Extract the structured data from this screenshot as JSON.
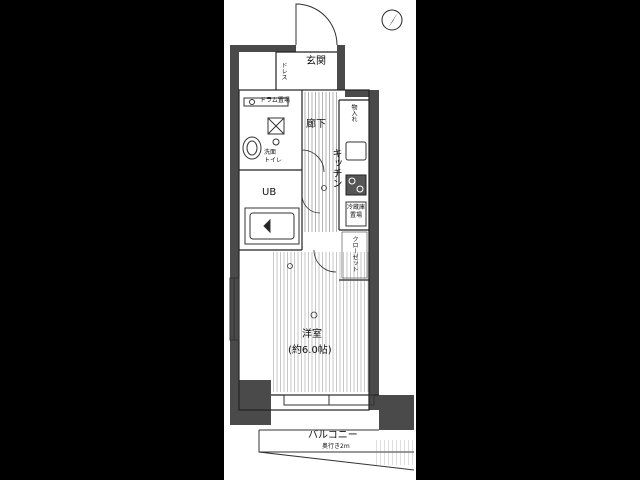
{
  "rooms": {
    "genkan": "玄関",
    "corridor": "廊下",
    "kitchen": "キッチン",
    "washroom_line1": "洗面",
    "washroom_line2": "トイレ",
    "unit_bath": "UB",
    "western_room": "洋室",
    "western_room_size": "(約6.0帖)",
    "balcony": "バルコニー",
    "closet": "クローゼット",
    "dressing_nook": "ドレス",
    "storage": "物入れ",
    "fridge_space_line1": "冷蔵庫",
    "fridge_space_line2": "置場"
  },
  "labels": {
    "small_top_left": "ドラム置場",
    "balcony_note": "奥行き2m"
  },
  "icons": [
    "north-arrow-icon"
  ],
  "colors": {
    "wall": "#4a4a4a",
    "line": "#222222",
    "background": "#000000",
    "paper": "#ffffff"
  }
}
